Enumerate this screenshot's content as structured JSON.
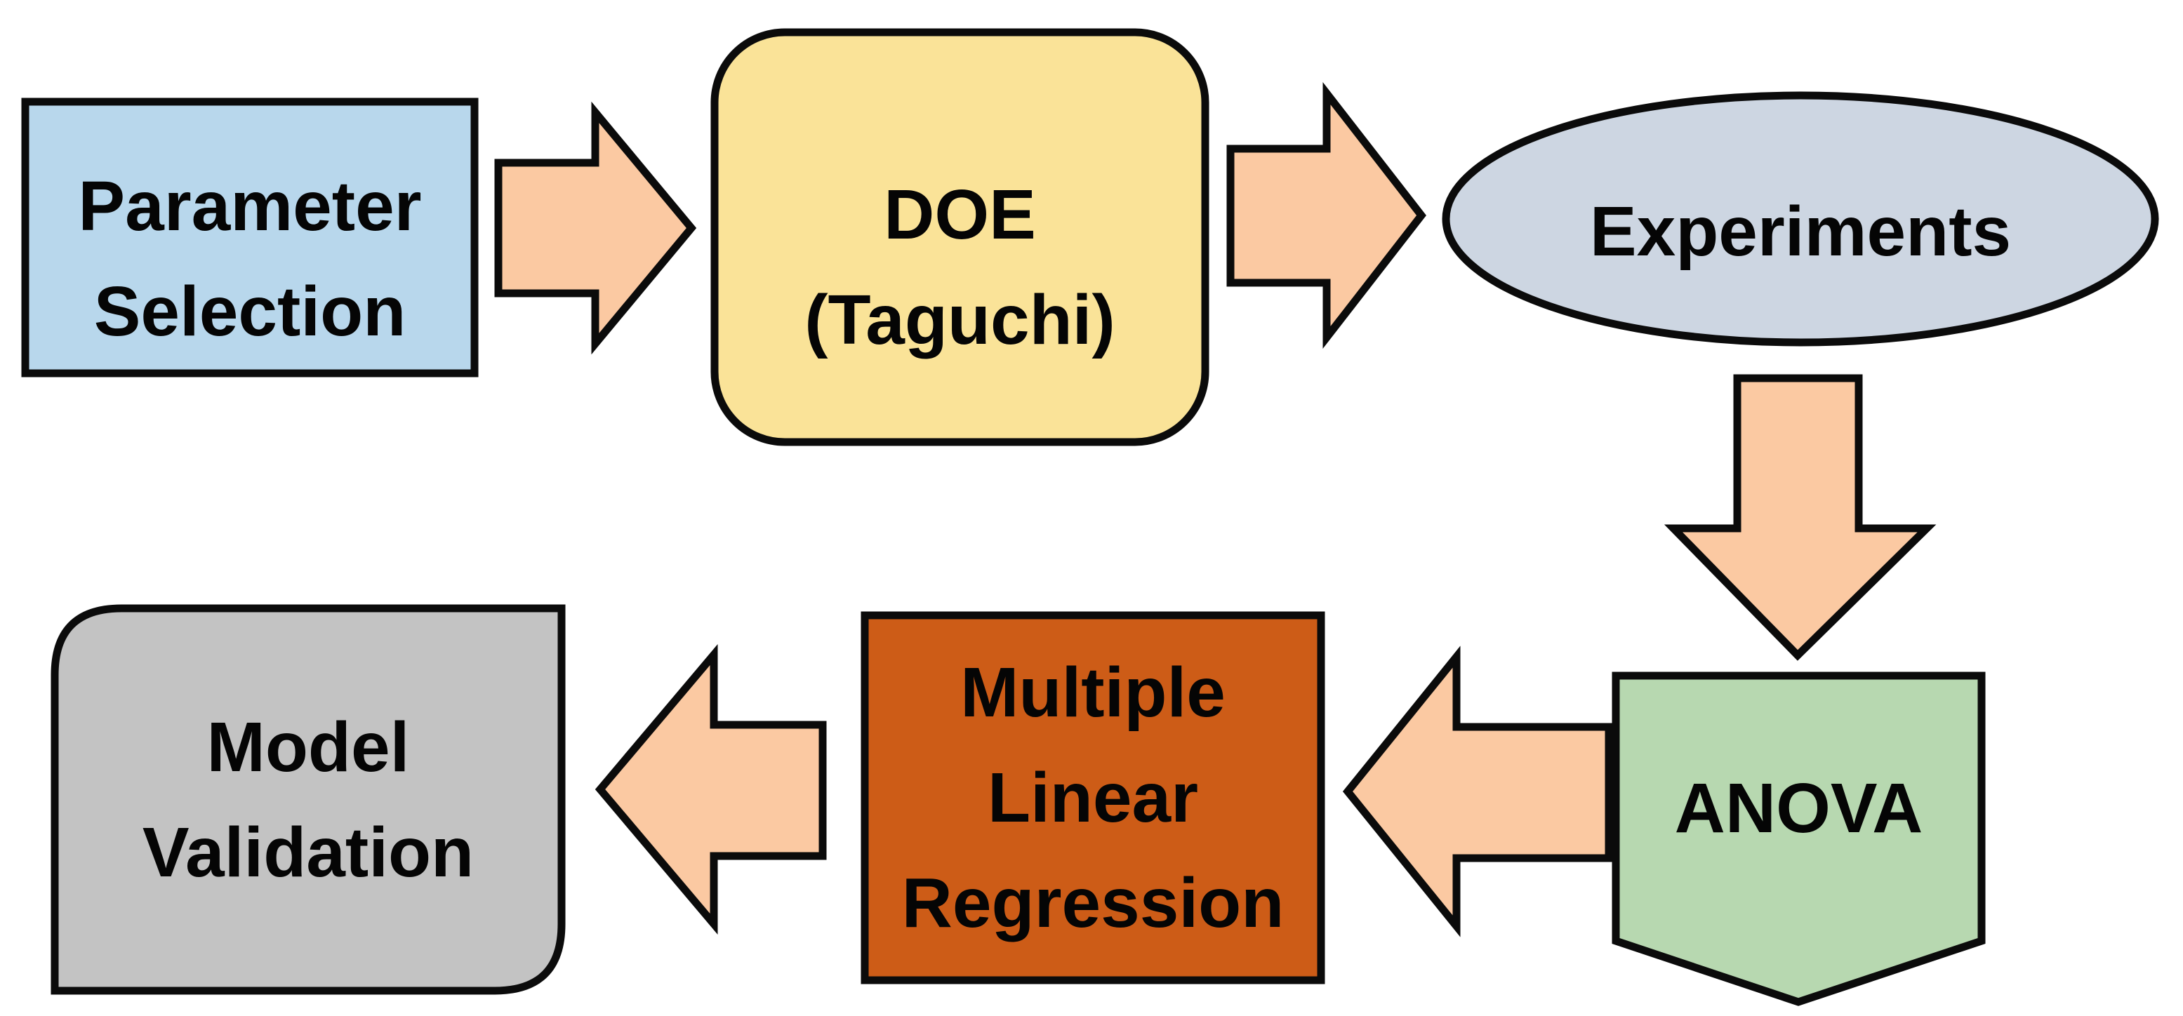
{
  "diagram": {
    "type": "flowchart",
    "background": "#FFFFFF",
    "outline_color": "#0B0B0B",
    "text_color": "#050505"
  },
  "nodes": [
    {
      "id": "parameter-selection",
      "label": "Parameter\nSelection",
      "shape": "rectangle",
      "fill": "#B8D7EC"
    },
    {
      "id": "doe-taguchi",
      "label": "DOE\n(Taguchi)",
      "shape": "rounded-rectangle",
      "fill": "#FAE398"
    },
    {
      "id": "experiments",
      "label": "Experiments",
      "shape": "ellipse",
      "fill": "#CDD6E2"
    },
    {
      "id": "anova",
      "label": "ANOVA",
      "shape": "pentagon-point-down",
      "fill": "#B7D8B0"
    },
    {
      "id": "multiple-linear-regression",
      "label": "Multiple\nLinear\nRegression",
      "shape": "rectangle",
      "fill": "#CD5C17"
    },
    {
      "id": "model-validation",
      "label": "Model\nValidation",
      "shape": "corner-rounded-rectangle",
      "fill": "#C3C3C3"
    }
  ],
  "connectors": [
    {
      "id": "param-to-doe",
      "from": "parameter-selection",
      "to": "doe-taguchi",
      "direction": "right",
      "fill": "#FBC9A2"
    },
    {
      "id": "doe-to-experiments",
      "from": "doe-taguchi",
      "to": "experiments",
      "direction": "right",
      "fill": "#FBC9A2"
    },
    {
      "id": "experiments-to-anova",
      "from": "experiments",
      "to": "anova",
      "direction": "down",
      "fill": "#FBC9A2"
    },
    {
      "id": "anova-to-regression",
      "from": "anova",
      "to": "multiple-linear-regression",
      "direction": "left",
      "fill": "#FBC9A2"
    },
    {
      "id": "regression-to-validation",
      "from": "multiple-linear-regression",
      "to": "model-validation",
      "direction": "left",
      "fill": "#FBC9A2"
    }
  ]
}
